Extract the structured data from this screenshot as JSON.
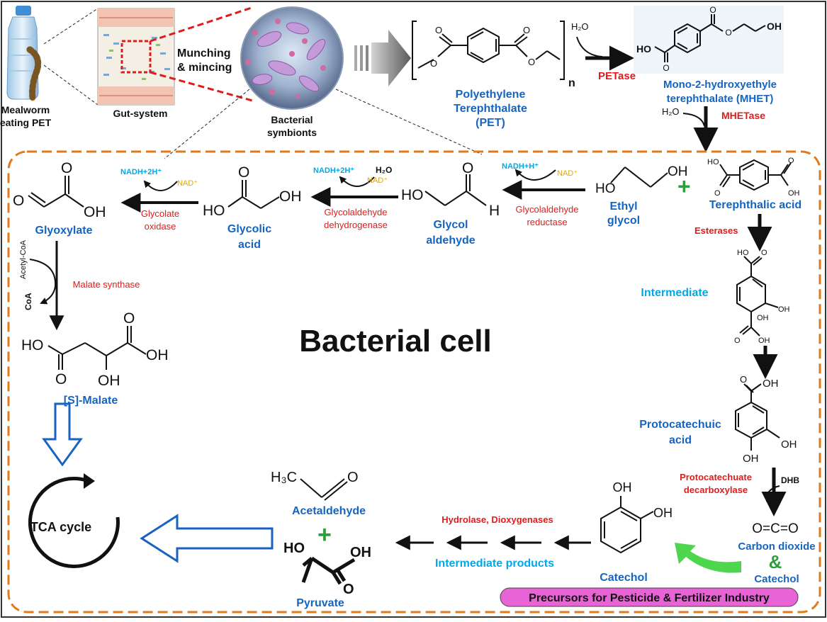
{
  "colors": {
    "blue": "#1565c0",
    "red": "#e11b1b",
    "cyan": "#00a8e8",
    "gold": "#e0a800",
    "green": "#3fbf3f",
    "orange_border": "#e07a1c",
    "pink_banner": "#e864d6"
  },
  "top": {
    "mealworm_line1": "Mealworm",
    "mealworm_line2": "eating PET",
    "gut_system": "Gut-system",
    "munching_line1": "Munching",
    "munching_line2": "& mincing",
    "bacterial_line1": "Bacterial",
    "bacterial_line2": "symbionts",
    "pet_line1": "Polyethylene",
    "pet_line2": "Terephthalate",
    "pet_line3": "(PET)",
    "pet_n": "n",
    "water1": "H₂O",
    "petase": "PETase",
    "mhet_line1": "Mono-2-hydroxyethyle",
    "mhet_line2": "terephthalate (MHET)",
    "water2": "H₂O",
    "mhetase": "MHETase"
  },
  "cell_title": "Bacterial cell",
  "left_path": {
    "ethyl_line1": "Ethyl",
    "ethyl_line2": "glycol",
    "glycolaldehyde_reductase_line1": "Glycolaldehyde",
    "glycolaldehyde_reductase_line2": "reductase",
    "nadh_h": "NADH+H⁺",
    "nad1": "NAD⁺",
    "glycol_aldehyde_line1": "Glycol",
    "glycol_aldehyde_line2": "aldehyde",
    "glycolaldehyde_dh_line1": "Glycolaldehyde",
    "glycolaldehyde_dh_line2": "dehydrogenase",
    "nadh_2h_1": "NADH+2H⁺",
    "water3": "H₂O",
    "nad2": "NAD⁺",
    "glycolic_line1": "Glycolic",
    "glycolic_line2": "acid",
    "glycolate_oxidase_line1": "Glycolate",
    "glycolate_oxidase_line2": "oxidase",
    "nadh_2h_2": "NADH+2H⁺",
    "nad3": "NAD⁺",
    "glyoxylate": "Glyoxylate",
    "acetyl_coa": "Acetyl-CoA",
    "coa": "CoA",
    "malate_synthase": "Malate synthase",
    "malate": "[S]-Malate",
    "tca": "TCA cycle"
  },
  "right_path": {
    "terephthalic_acid": "Terephthalic acid",
    "esterases": "Esterases",
    "intermediate": "Intermediate",
    "protocatechuic_line1": "Protocatechuic",
    "protocatechuic_line2": "acid",
    "pc_decarb_line1": "Protocatechuate",
    "pc_decarb_line2": "decarboxylase",
    "dhb": "DHB",
    "co2_formula": "O=C=O",
    "carbon_dioxide": "Carbon dioxide",
    "ampersand": "&",
    "catechol_right": "Catechol",
    "catechol": "Catechol",
    "hydrolase": "Hydrolase, Dioxygenases",
    "intermediate_products": "Intermediate products",
    "acetaldehyde": "Acetaldehyde",
    "pyruvate": "Pyruvate",
    "plus": "+",
    "banner": "Precursors for Pesticide & Fertilizer Industry"
  },
  "atoms": {
    "OH": "OH",
    "HO": "HO",
    "O": "O",
    "H": "H",
    "H3C": "H₃C"
  }
}
